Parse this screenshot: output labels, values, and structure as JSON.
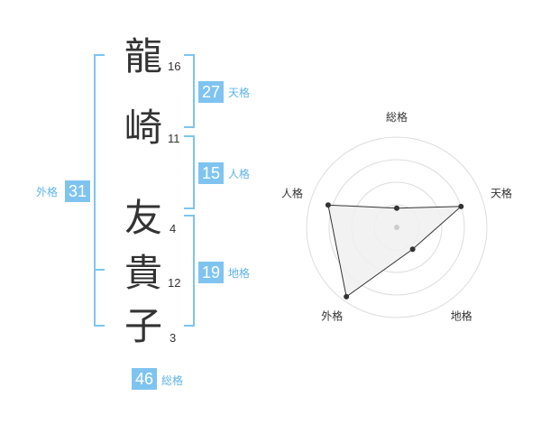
{
  "name": {
    "characters": [
      {
        "char": "龍",
        "strokes": "16"
      },
      {
        "char": "崎",
        "strokes": "11"
      },
      {
        "char": "友",
        "strokes": "4"
      },
      {
        "char": "貴",
        "strokes": "12"
      },
      {
        "char": "子",
        "strokes": "3"
      }
    ]
  },
  "fortune": {
    "tenkaku": {
      "value": "27",
      "label": "天格"
    },
    "jinkaku": {
      "value": "15",
      "label": "人格"
    },
    "chikaku": {
      "value": "19",
      "label": "地格"
    },
    "gaikaku": {
      "value": "31",
      "label": "外格"
    },
    "soukaku": {
      "value": "46",
      "label": "総格"
    }
  },
  "radar": {
    "axes": [
      "総格",
      "天格",
      "地格",
      "外格",
      "人格"
    ],
    "levels": 4,
    "max": 4,
    "values": [
      0.85,
      3.0,
      1.2,
      3.8,
      3.2
    ],
    "fill": "#f0f0f0",
    "ring_color": "#dddddd",
    "line_color": "#333333"
  },
  "colors": {
    "accent": "#7fc4f0",
    "accent_text": "#5fb4e8"
  }
}
